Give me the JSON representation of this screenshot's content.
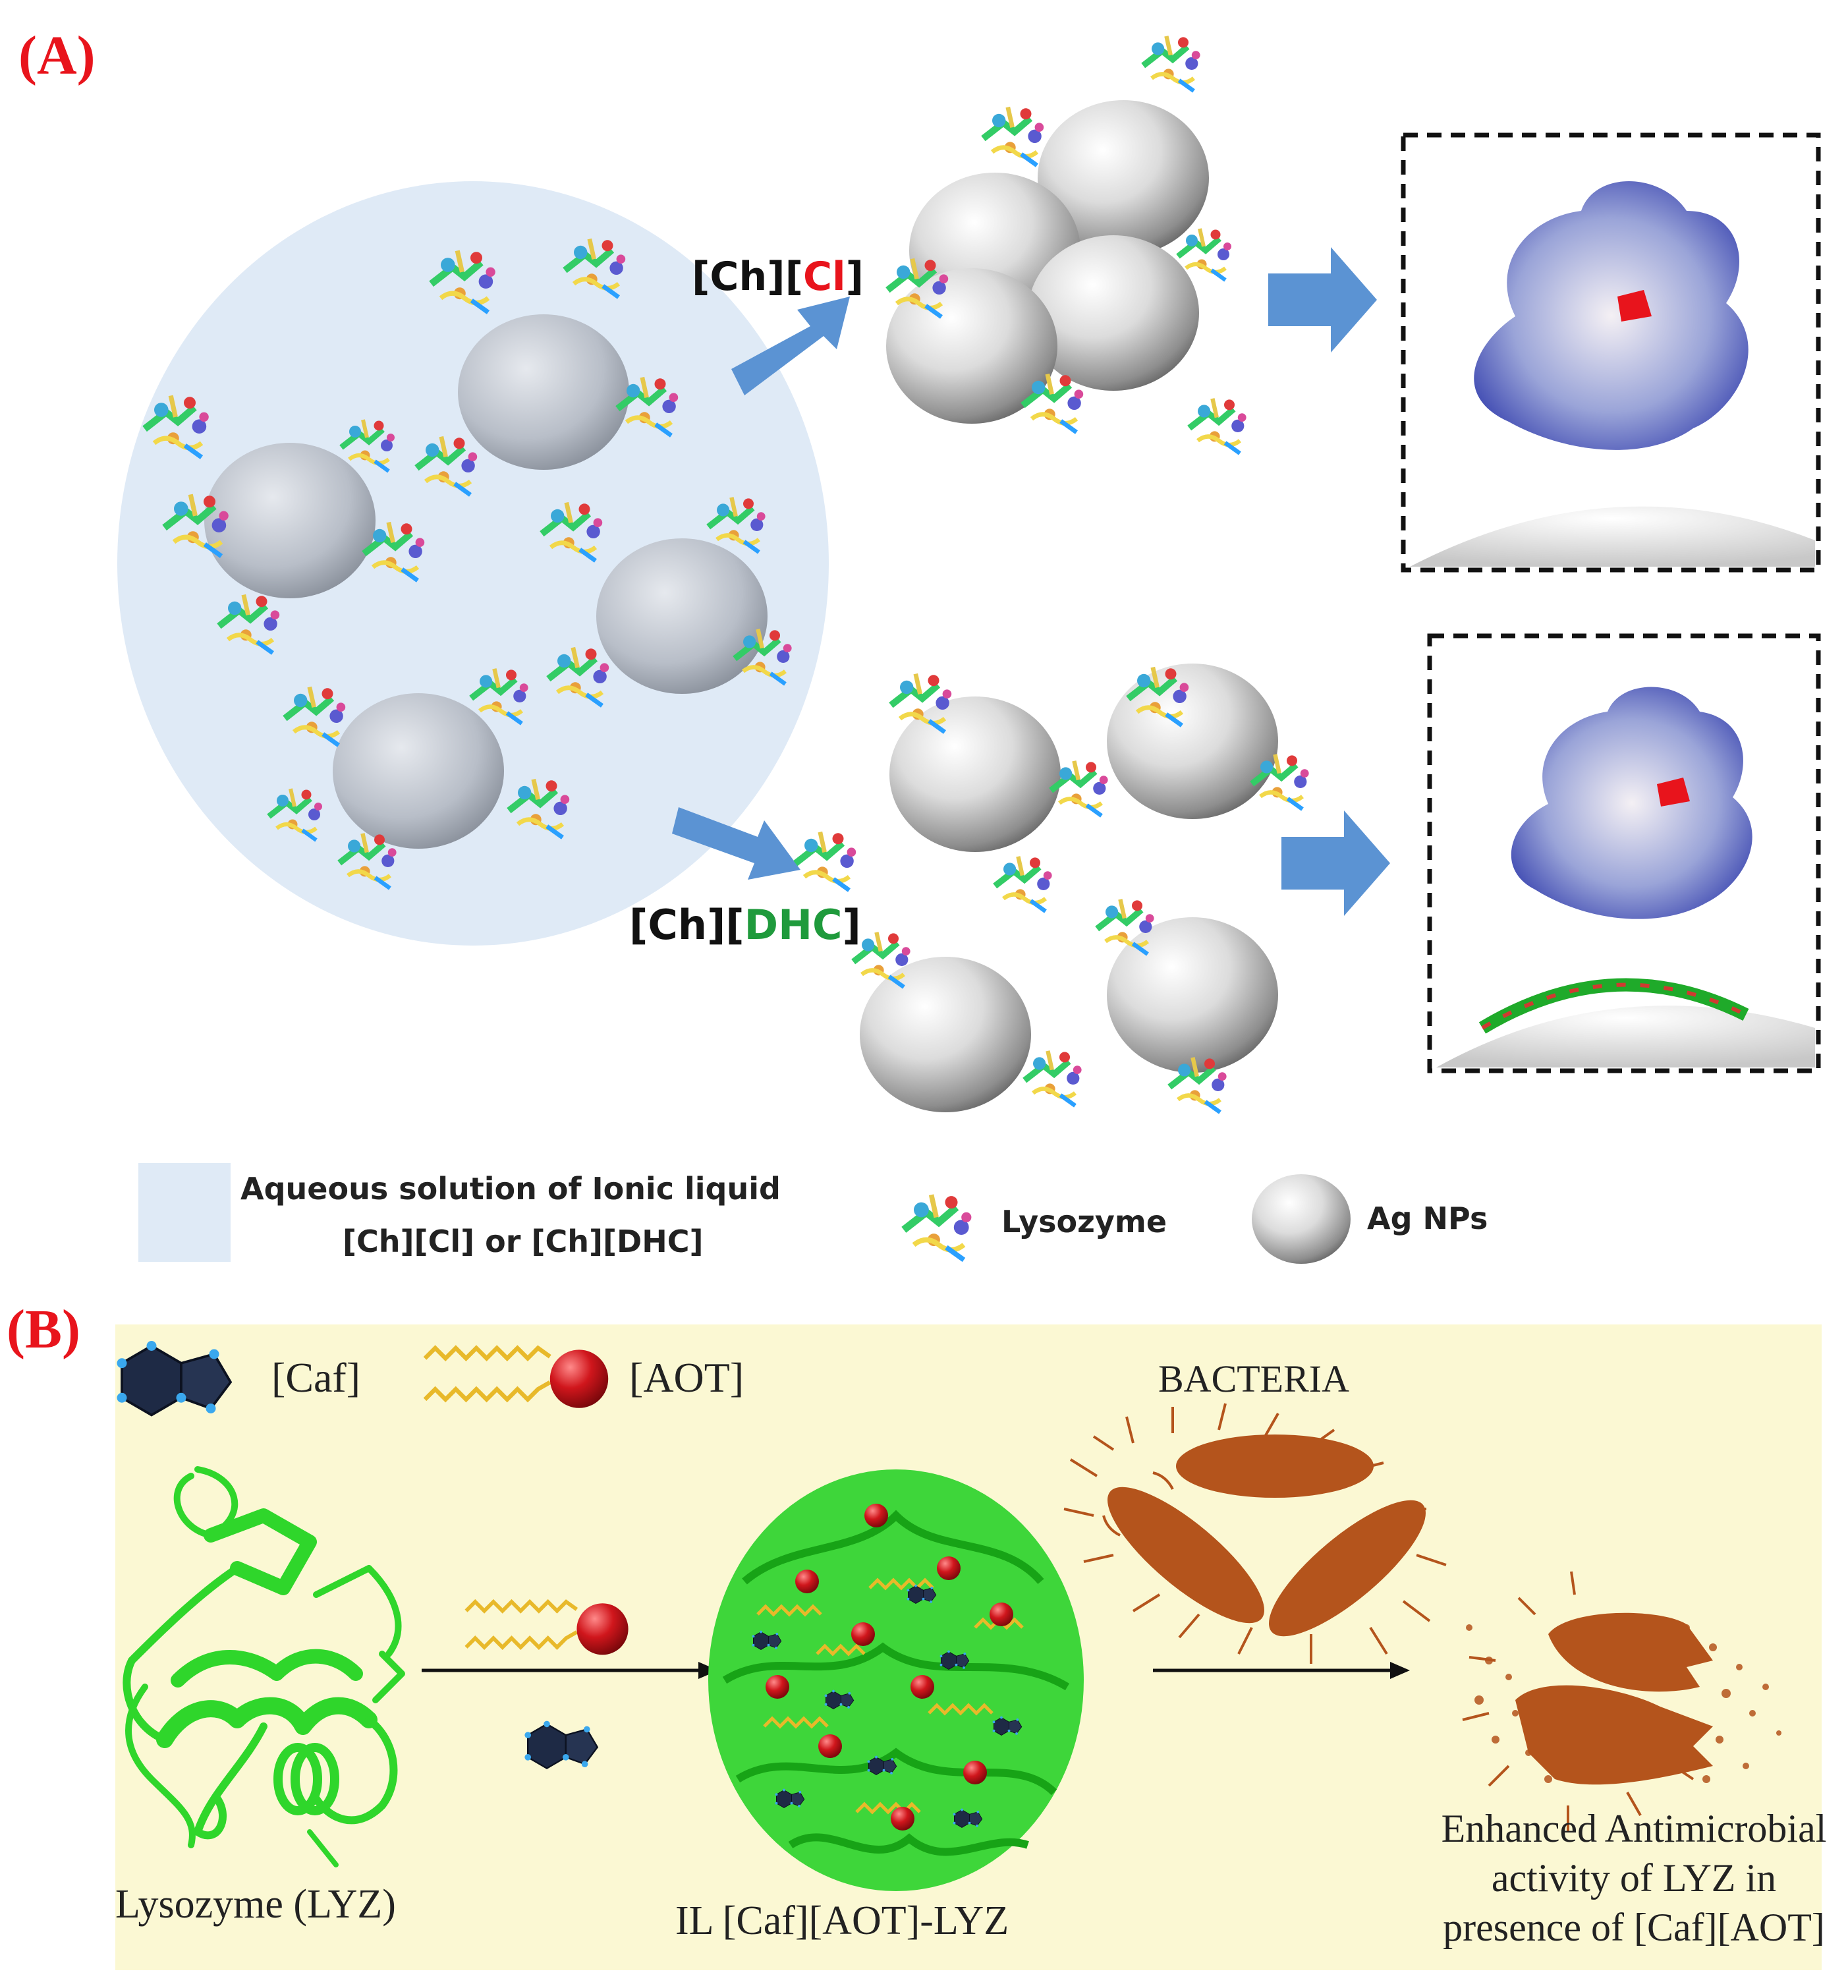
{
  "panel_a": {
    "label": "(A)",
    "reagent_cl": {
      "prefix": "[Ch][",
      "anion": "Cl",
      "suffix": "]"
    },
    "reagent_dhc": {
      "prefix": "[Ch][",
      "anion": "DHC",
      "suffix": "]"
    },
    "legend": {
      "solution_line1": "Aqueous solution of Ionic liquid",
      "solution_line2": "[Ch][Cl] or [Ch][DHC]",
      "lysozyme": "Lysozyme",
      "ag": "Ag NPs"
    }
  },
  "panel_b": {
    "label": "(B)",
    "caf": "[Caf]",
    "aot": "[AOT]",
    "bacteria": "BACTERIA",
    "lyz": "Lysozyme (LYZ)",
    "complex": "IL [Caf][AOT]-LYZ",
    "result_line1": "Enhanced Antimicrobial",
    "result_line2": "activity of LYZ in",
    "result_line3": "presence of [Caf][AOT]"
  },
  "colors": {
    "label_red": "#e8141c",
    "arrow_blue": "#5b93d3",
    "solution_blue": "#dfeaf6",
    "panel_b_bg": "#fbf8d3",
    "protein_green": "#2fd62b",
    "bacteria_brown": "#b4541c",
    "aot_red": "#b8121a",
    "caf_navy": "#1e2a45",
    "dhc_green": "#1f9a3c"
  }
}
